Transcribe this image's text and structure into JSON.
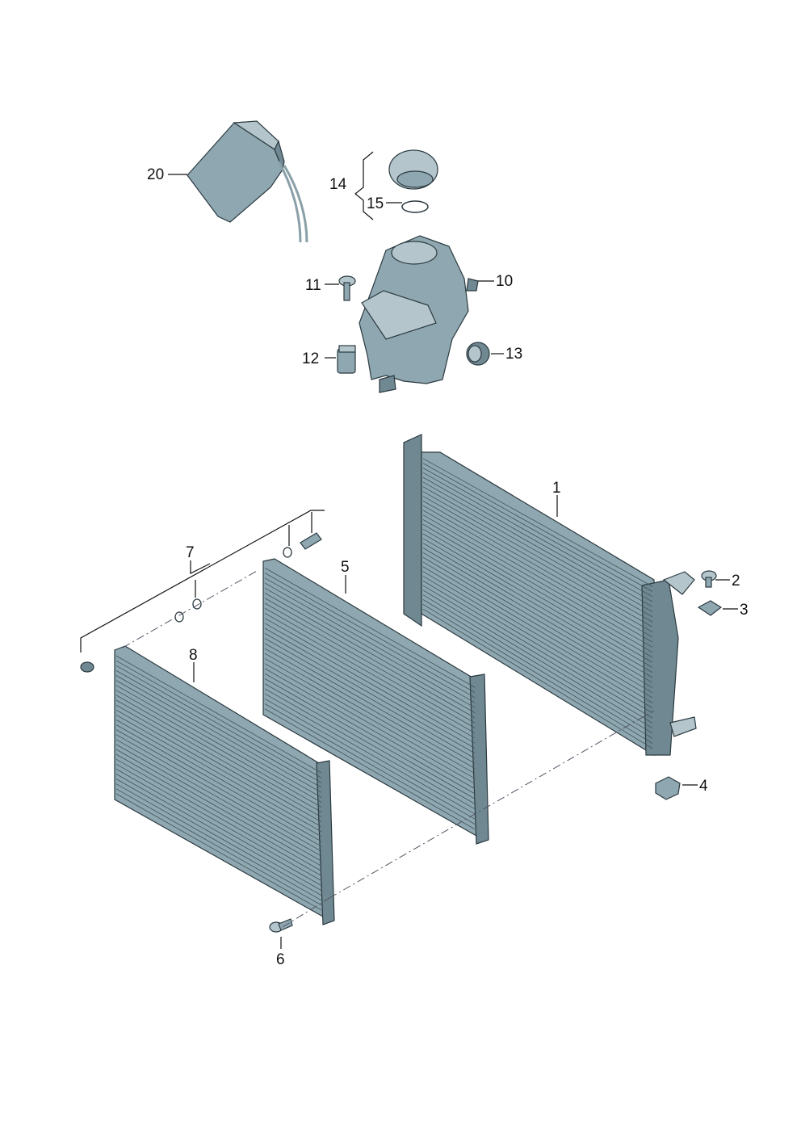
{
  "labels": {
    "p1": "1",
    "p2": "2",
    "p3": "3",
    "p4": "4",
    "p5": "5",
    "p6": "6",
    "p7": "7",
    "p8": "8",
    "p10": "10",
    "p11": "11",
    "p12": "12",
    "p13": "13",
    "p14": "14",
    "p15": "15",
    "p20": "20"
  },
  "colors": {
    "part": "#8fa7b0",
    "outline": "#2b3a40"
  }
}
